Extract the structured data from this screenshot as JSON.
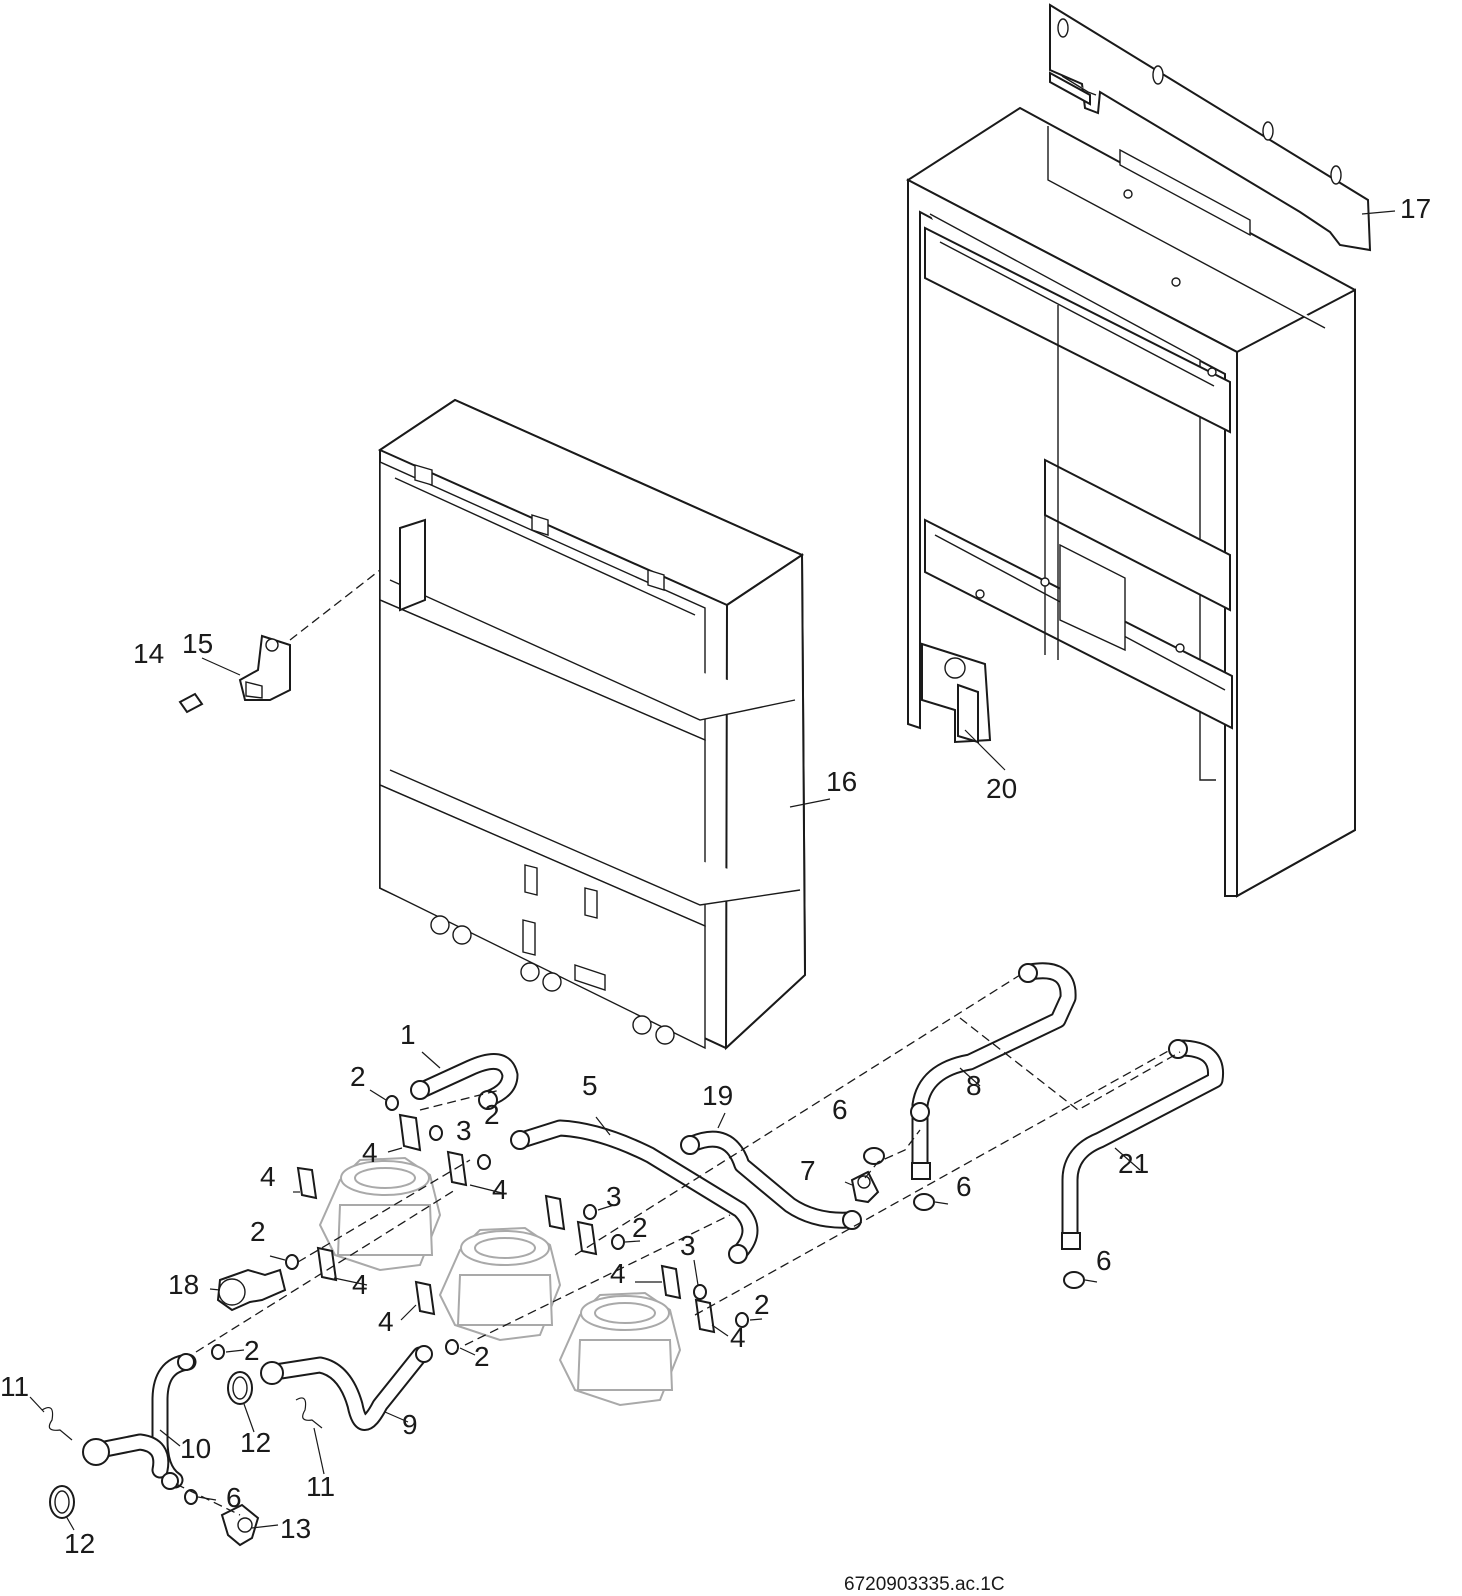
{
  "diagram": {
    "drawing_code": "6720903335.ac.1C",
    "callouts": {
      "c1": "1",
      "c2a": "2",
      "c2b": "2",
      "c2c": "2",
      "c2d": "2",
      "c2e": "2",
      "c2f": "2",
      "c2g": "2",
      "c3a": "3",
      "c3b": "3",
      "c3c": "3",
      "c4a": "4",
      "c4b": "4",
      "c4c": "4",
      "c4d": "4",
      "c4e": "4",
      "c4f": "4",
      "c4g": "4",
      "c5": "5",
      "c6a": "6",
      "c6b": "6",
      "c6c": "6",
      "c6d": "6",
      "c7": "7",
      "c8": "8",
      "c9": "9",
      "c10": "10",
      "c11a": "11",
      "c11b": "11",
      "c12a": "12",
      "c12b": "12",
      "c13": "13",
      "c14": "14",
      "c15": "15",
      "c16": "16",
      "c17": "17",
      "c18": "18",
      "c19": "19",
      "c20": "20",
      "c21": "21"
    }
  }
}
